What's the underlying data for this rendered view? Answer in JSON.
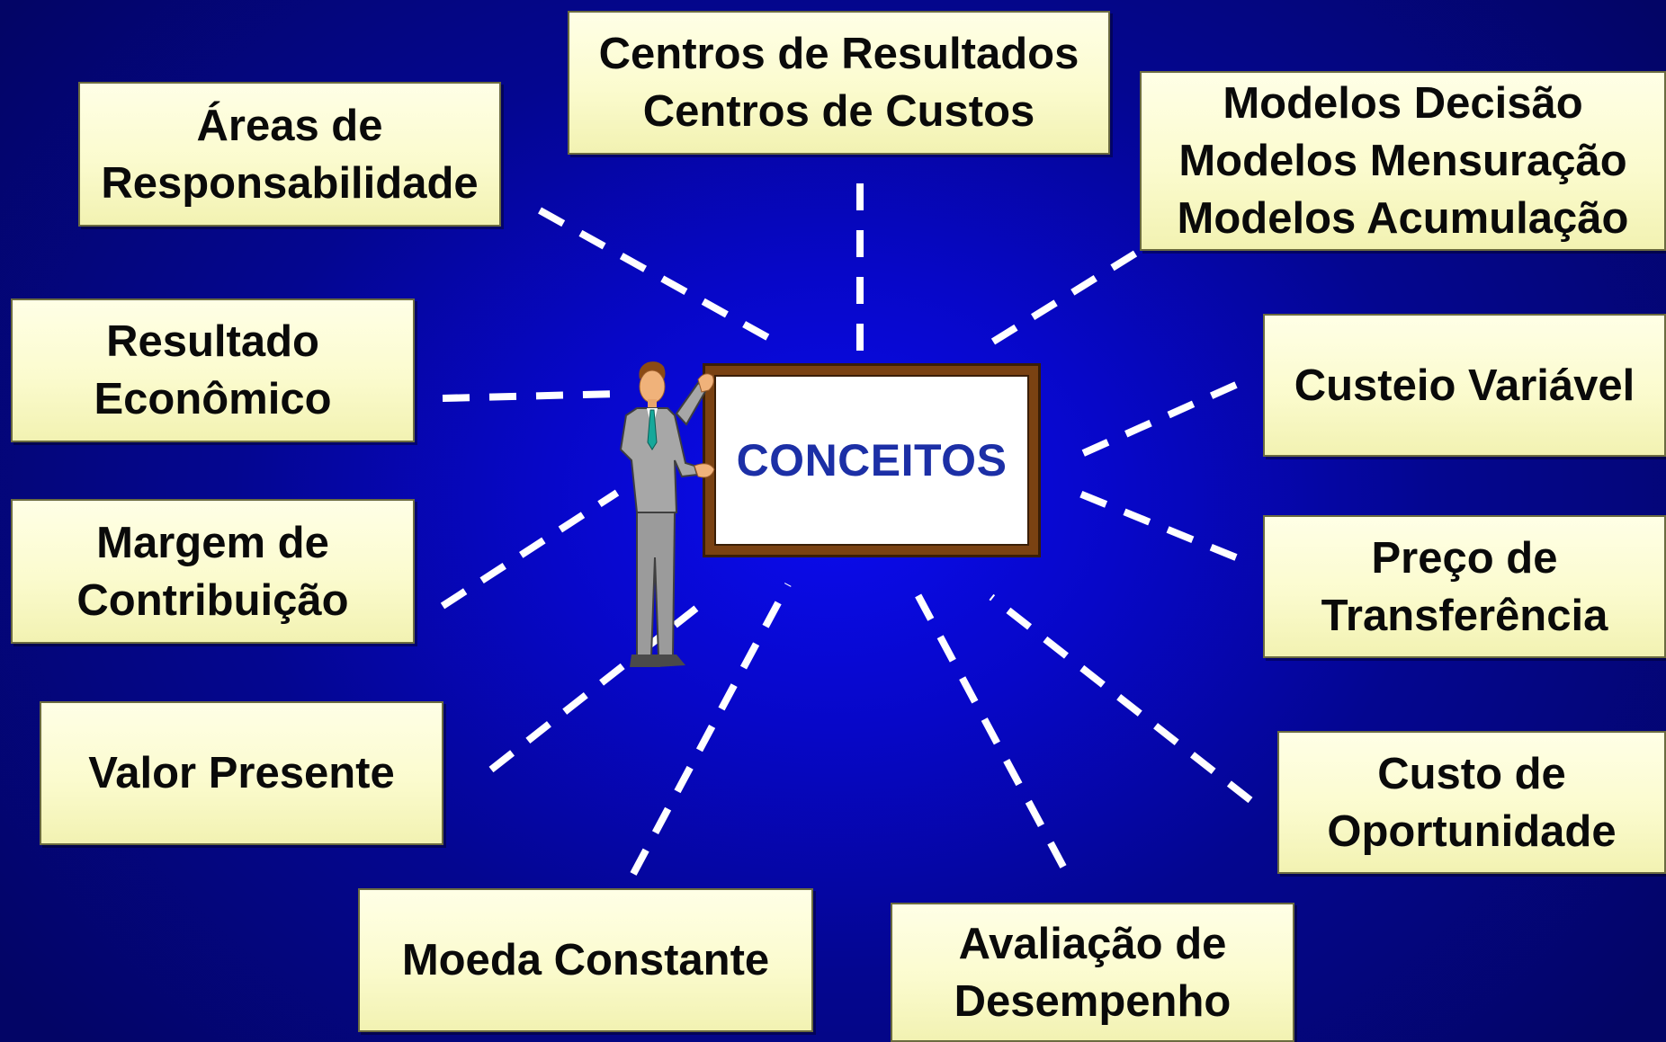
{
  "diagram": {
    "center": {
      "title": "CONCEITOS"
    },
    "concepts": [
      {
        "id": "areas",
        "lines": [
          "Áreas de",
          "Responsabilidade"
        ]
      },
      {
        "id": "centros",
        "lines": [
          "Centros de Resultados",
          "Centros de Custos"
        ]
      },
      {
        "id": "modelos",
        "lines": [
          "Modelos Decisão",
          "Modelos Mensuração",
          "Modelos Acumulação"
        ]
      },
      {
        "id": "resultado",
        "lines": [
          "Resultado",
          "Econômico"
        ]
      },
      {
        "id": "custeio",
        "lines": [
          "Custeio Variável"
        ]
      },
      {
        "id": "margem",
        "lines": [
          "Margem de",
          "Contribuição"
        ]
      },
      {
        "id": "preco",
        "lines": [
          "Preço de",
          "Transferência"
        ]
      },
      {
        "id": "valor",
        "lines": [
          "Valor Presente"
        ]
      },
      {
        "id": "custo-oportunidade",
        "lines": [
          "Custo de",
          "Oportunidade"
        ]
      },
      {
        "id": "moeda",
        "lines": [
          "Moeda Constante"
        ]
      },
      {
        "id": "avaliacao",
        "lines": [
          "Avaliação de",
          "Desempenho"
        ]
      }
    ],
    "colors": {
      "background": "#0707c8",
      "box_fill": "#fbfbce",
      "connector": "#ffffff",
      "center_text": "#1c2fa6",
      "board_frame": "#7a4212"
    },
    "icons": {
      "presenter": "businessman-presenter-icon"
    }
  }
}
